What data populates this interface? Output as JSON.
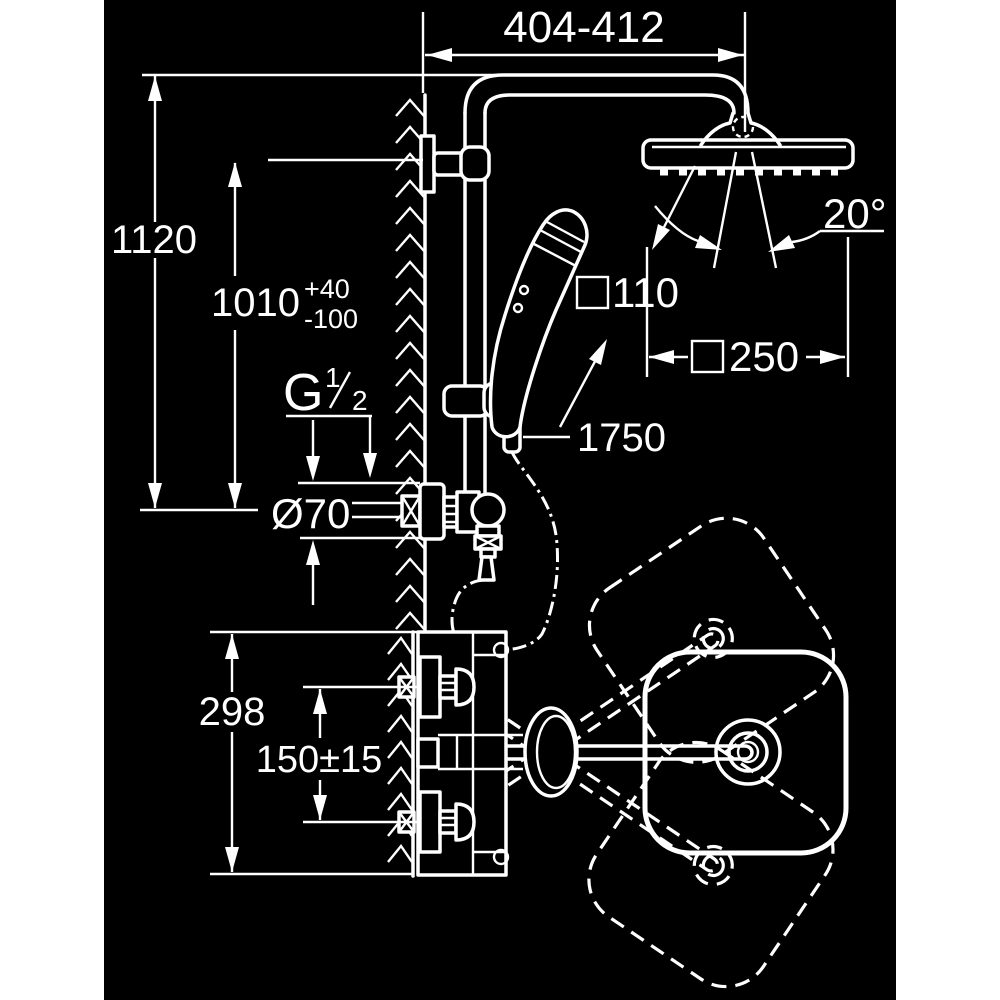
{
  "colors": {
    "page_bg": "#ffffff",
    "drawing_bg": "#000000",
    "line": "#ffffff"
  },
  "upper_view": {
    "width_dim": "404-412",
    "total_height_dim": "1120",
    "bracket_height_dim": "1010",
    "bracket_height_tol_plus": "+40",
    "bracket_height_tol_minus": "-100",
    "thread": {
      "letter": "G",
      "numerator": "1",
      "denominator": "2"
    },
    "escutcheon_diameter_dim": "Ø70",
    "hand_shower_dim": {
      "symbol": "□",
      "value": "110"
    },
    "head_shower_dim": {
      "symbol": "□",
      "value": "250"
    },
    "hose_length_dim": "1750",
    "spray_angle_dim": "20°"
  },
  "lower_view": {
    "body_height_dim": "298",
    "connection_spacing_dim": "150±15"
  }
}
